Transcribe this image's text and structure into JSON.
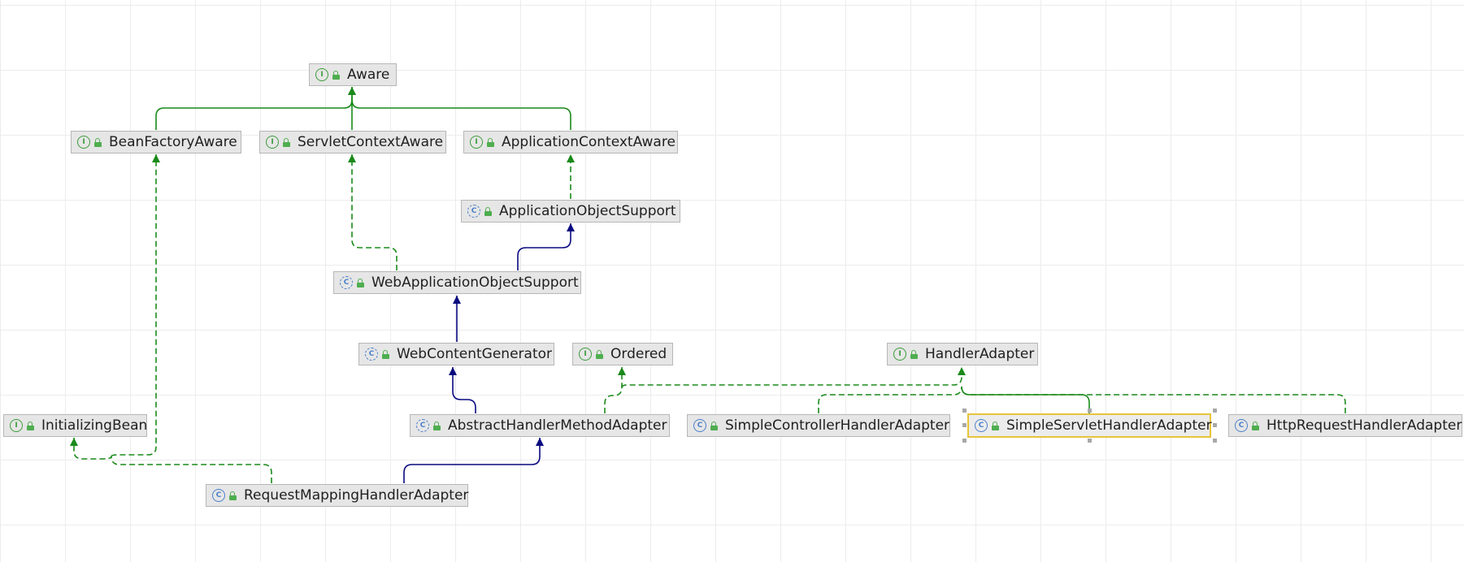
{
  "diagram": {
    "nodes": {
      "aware": {
        "label": "Aware",
        "kind": "I"
      },
      "beanFactoryAware": {
        "label": "BeanFactoryAware",
        "kind": "I"
      },
      "servletContextAware": {
        "label": "ServletContextAware",
        "kind": "I"
      },
      "applicationContextAware": {
        "label": "ApplicationContextAware",
        "kind": "I"
      },
      "applicationObjectSupport": {
        "label": "ApplicationObjectSupport",
        "kind": "C"
      },
      "webApplicationObjectSupport": {
        "label": "WebApplicationObjectSupport",
        "kind": "C"
      },
      "webContentGenerator": {
        "label": "WebContentGenerator",
        "kind": "C"
      },
      "ordered": {
        "label": "Ordered",
        "kind": "I"
      },
      "handlerAdapter": {
        "label": "HandlerAdapter",
        "kind": "I"
      },
      "initializingBean": {
        "label": "InitializingBean",
        "kind": "I"
      },
      "abstractHandlerMethodAdapter": {
        "label": "AbstractHandlerMethodAdapter",
        "kind": "C"
      },
      "simpleControllerHandlerAdapter": {
        "label": "SimpleControllerHandlerAdapter",
        "kind": "C"
      },
      "simpleServletHandlerAdapter": {
        "label": "SimpleServletHandlerAdapter",
        "kind": "C"
      },
      "httpRequestHandlerAdapter": {
        "label": "HttpRequestHandlerAdapter",
        "kind": "C"
      },
      "requestMappingHandlerAdapter": {
        "label": "RequestMappingHandlerAdapter",
        "kind": "C"
      }
    },
    "selected_node": "SimpleServletHandlerAdapter",
    "colors": {
      "extends": "#0a0a80",
      "implements": "#1a8a1a",
      "interface_icon": "#3b9c3b",
      "class_icon": "#4a7fc9",
      "selection": "#e8c43a"
    }
  }
}
